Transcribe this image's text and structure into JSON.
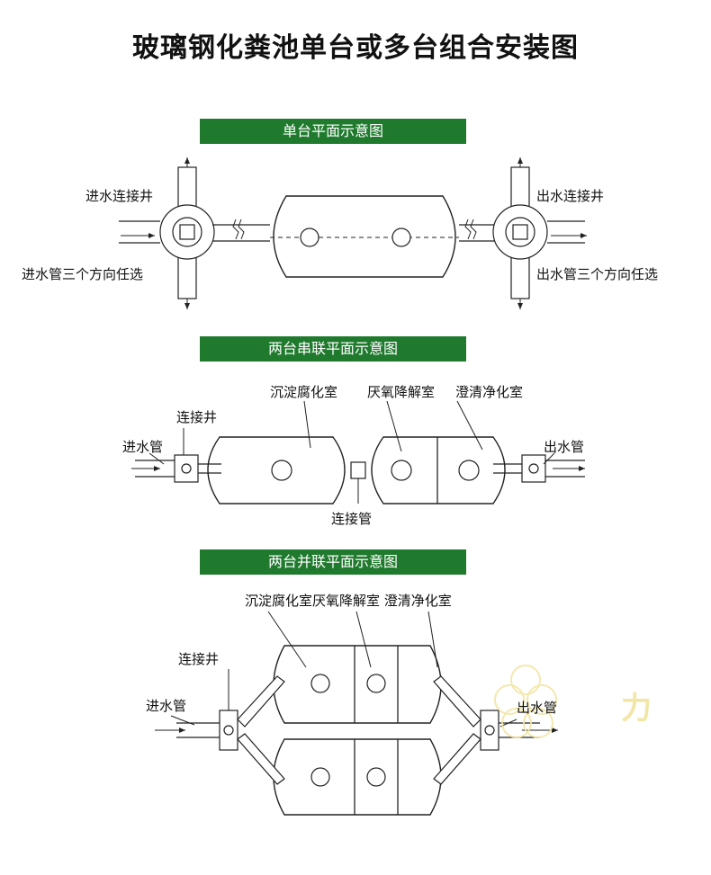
{
  "title": "玻璃钢化粪池单台或多台组合安装图",
  "section1": {
    "banner": "单台平面示意图",
    "inlet_well": "进水连接井",
    "outlet_well": "出水连接井",
    "inlet_pipe": "进水管三个方向任选",
    "outlet_pipe": "出水管三个方向任选"
  },
  "section2": {
    "banner": "两台串联平面示意图",
    "chamber1": "沉淀腐化室",
    "chamber2": "厌氧降解室",
    "chamber3": "澄清净化室",
    "well": "连接井",
    "inlet": "进水管",
    "outlet": "出水管",
    "connector": "连接管"
  },
  "section3": {
    "banner": "两台并联平面示意图",
    "chambers": "沉淀腐化室厌氧降解室 澄清净化室",
    "well": "连接井",
    "inlet": "进水管",
    "outlet": "出水管"
  },
  "watermark": "力",
  "colors": {
    "banner": "#1f7a2e",
    "watermark": "#f2e6a6"
  }
}
